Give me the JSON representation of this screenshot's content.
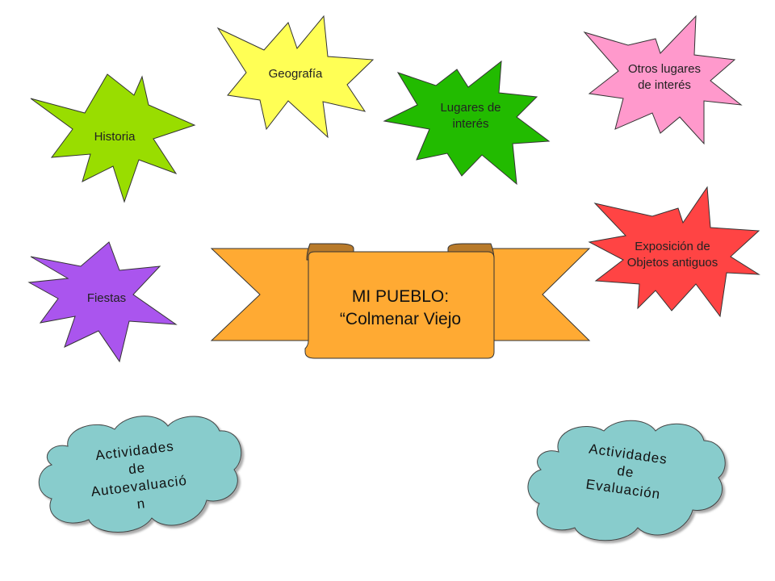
{
  "bursts": [
    {
      "id": "historia",
      "lines": [
        "Historia"
      ],
      "color": "#99dd00"
    },
    {
      "id": "geografia",
      "lines": [
        "Geografía"
      ],
      "color": "#ffff55"
    },
    {
      "id": "lugares",
      "lines": [
        "Lugares de",
        "interés"
      ],
      "color": "#22bb00"
    },
    {
      "id": "otros",
      "lines": [
        "Otros lugares",
        "de interés"
      ],
      "color": "#ff99cc"
    },
    {
      "id": "exposicion",
      "lines": [
        "Exposición de",
        "Objetos antiguos"
      ],
      "color": "#ff4444"
    },
    {
      "id": "fiestas",
      "lines": [
        "Fiestas"
      ],
      "color": "#aa55ee"
    }
  ],
  "center": {
    "lines": [
      "MI PUEBLO:",
      "“Colmenar  Viejo"
    ],
    "color": "#ffaa33"
  },
  "clouds": [
    {
      "id": "autoevaluacion",
      "lines": [
        "Actividades",
        "de",
        "Autoevaluació",
        "n"
      ],
      "color": "#88cccc"
    },
    {
      "id": "evaluacion",
      "lines": [
        "Actividades",
        "de",
        "Evaluación"
      ],
      "color": "#88cccc"
    }
  ]
}
